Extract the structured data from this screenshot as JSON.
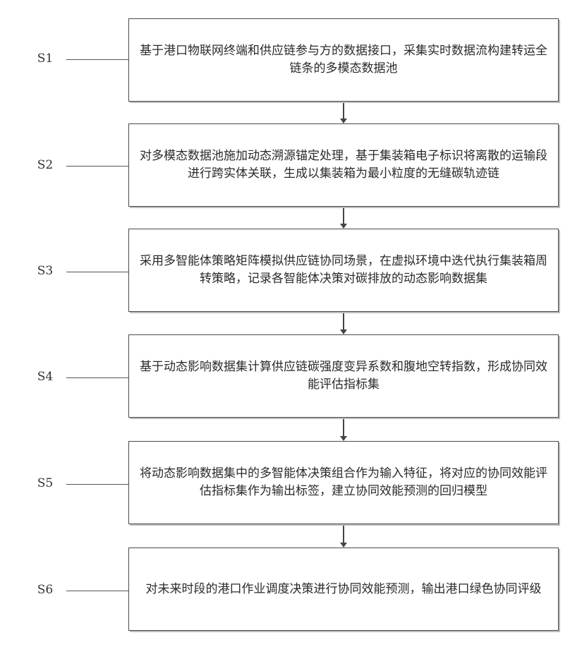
{
  "steps": [
    {
      "label": "S1",
      "text": "基于港口物联网终端和供应链参与方的数据接口，采集实时数据流构建转运全链条的多模态数据池"
    },
    {
      "label": "S2",
      "text": "对多模态数据池施加动态溯源锚定处理，基于集装箱电子标识将离散的运输段进行跨实体关联，生成以集装箱为最小粒度的无缝碳轨迹链"
    },
    {
      "label": "S3",
      "text": "采用多智能体策略矩阵模拟供应链协同场景，在虚拟环境中迭代执行集装箱周转策略，记录各智能体决策对碳排放的动态影响数据集"
    },
    {
      "label": "S4",
      "text": "基于动态影响数据集计算供应链碳强度变异系数和腹地空转指数，形成协同效能评估指标集"
    },
    {
      "label": "S5",
      "text": "将动态影响数据集中的多智能体决策组合作为输入特征，将对应的协同效能评估指标集作为输出标签，建立协同效能预测的回归模型"
    },
    {
      "label": "S6",
      "text": "对未来时段的港口作业调度决策进行协同效能预测，输出港口绿色协同评级"
    }
  ]
}
